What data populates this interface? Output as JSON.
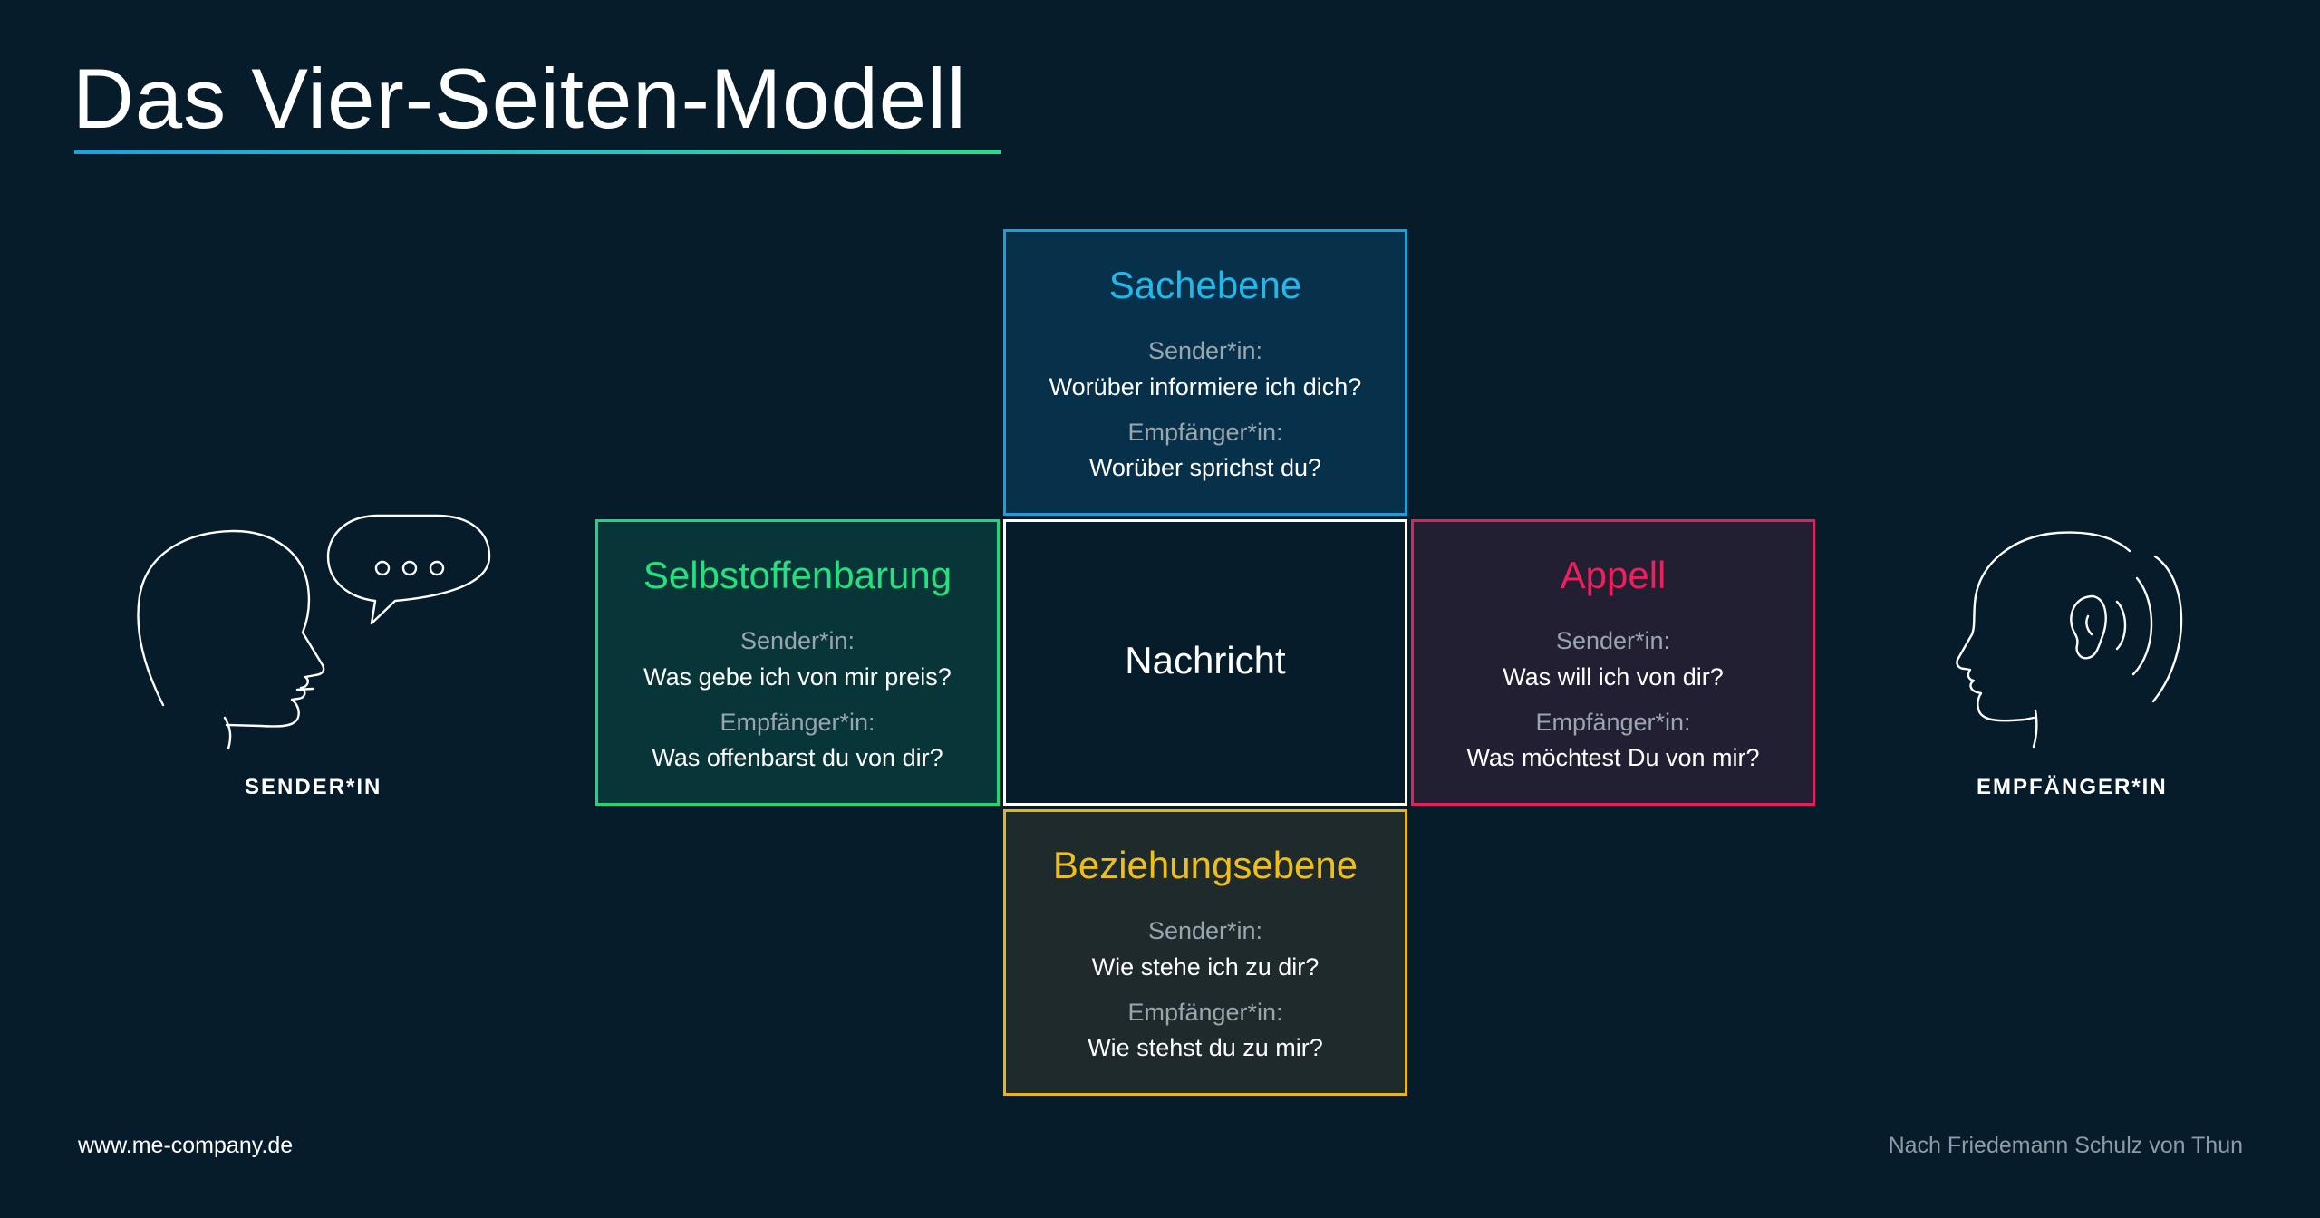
{
  "title": "Das Vier-Seiten-Modell",
  "colors": {
    "background": "#061c2b",
    "sachebene": "#23b8ea",
    "selbstoffenbarung": "#24e07e",
    "appell": "#ef1e5d",
    "beziehungsebene": "#efbf19"
  },
  "boxes": {
    "sachebene": {
      "heading": "Sachebene",
      "sender_label": "Sender*in:",
      "sender_question": "Worüber informiere ich dich?",
      "receiver_label": "Empfänger*in:",
      "receiver_question": "Worüber sprichst du?"
    },
    "selbstoffenbarung": {
      "heading": "Selbstoffenbarung",
      "sender_label": "Sender*in:",
      "sender_question": "Was gebe ich von mir preis?",
      "receiver_label": "Empfänger*in:",
      "receiver_question": "Was offenbarst du von dir?"
    },
    "appell": {
      "heading": "Appell",
      "sender_label": "Sender*in:",
      "sender_question": "Was will ich von dir?",
      "receiver_label": "Empfänger*in:",
      "receiver_question": "Was möchtest Du von mir?"
    },
    "beziehungsebene": {
      "heading": "Beziehungsebene",
      "sender_label": "Sender*in:",
      "sender_question": "Wie stehe ich zu dir?",
      "receiver_label": "Empfänger*in:",
      "receiver_question": "Wie stehst du zu mir?"
    },
    "center": {
      "label": "Nachricht"
    }
  },
  "figures": {
    "sender": {
      "label": "SENDER*IN",
      "icons": [
        "head-profile-icon",
        "speech-bubble-icon"
      ]
    },
    "receiver": {
      "label": "EMPFÄNGER*IN",
      "icons": [
        "head-profile-icon",
        "ear-icon",
        "sound-waves-icon"
      ]
    }
  },
  "footer": {
    "website": "www.me-company.de",
    "credit": "Nach Friedemann Schulz von Thun"
  }
}
